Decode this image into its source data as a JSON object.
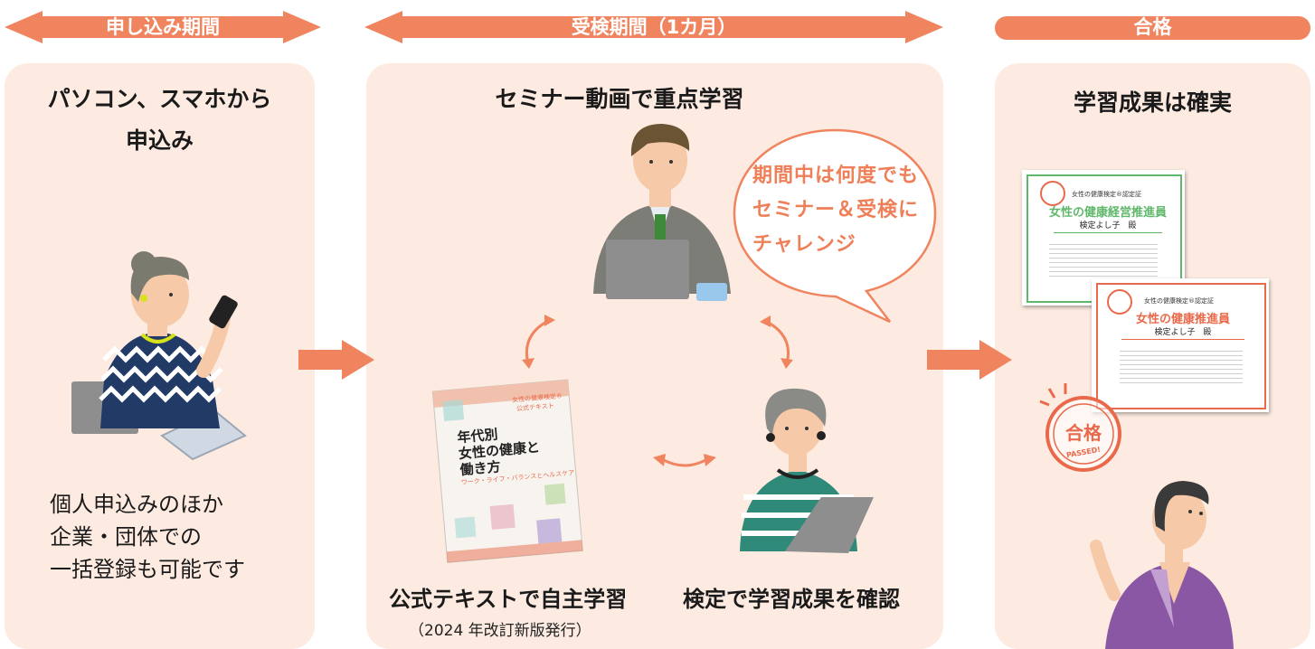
{
  "header": {
    "application_period": "申し込み期間",
    "exam_period": "受検期間（1カ月）",
    "pass": "合格"
  },
  "apply_panel": {
    "title_line1": "パソコン、スマホから",
    "title_line2": "申込み",
    "note_line1": "個人申込みのほか",
    "note_line2": "企業・団体での",
    "note_line3": "一括登録も可能です"
  },
  "study_panel": {
    "title": "セミナー動画で重点学習",
    "bubble_line1": "期間中は何度でも",
    "bubble_line2": "セミナー＆受検に",
    "bubble_line3": "チャレンジ",
    "textbook_caption": "公式テキストで自主学習",
    "textbook_sub": "（2024 年改訂新版発行）",
    "exam_caption": "検定で学習成果を確認",
    "book": {
      "badge_line1": "女性の健康検定®",
      "badge_line2": "公式テキスト",
      "title_line1": "年代別",
      "title_line2": "女性の健康と",
      "title_line3": "働き方",
      "subtitle": "ワーク・ライフ・バランスとヘルスケア"
    }
  },
  "pass_panel": {
    "title": "学習成果は確実",
    "cert_back": {
      "header": "女性の健康検定®認定証",
      "name": "女性の健康経営推進員",
      "recipient": "検定よし子　殿"
    },
    "cert_front": {
      "header": "女性の健康検定®認定証",
      "name": "女性の健康推進員",
      "recipient": "検定よし子　殿"
    },
    "stamp": "合格",
    "stamp_sub": "PASSED!"
  },
  "colors": {
    "accent": "#f0845f",
    "panel": "#fdebe2",
    "cert_green": "#5fb86a",
    "cert_red": "#e9694a"
  }
}
